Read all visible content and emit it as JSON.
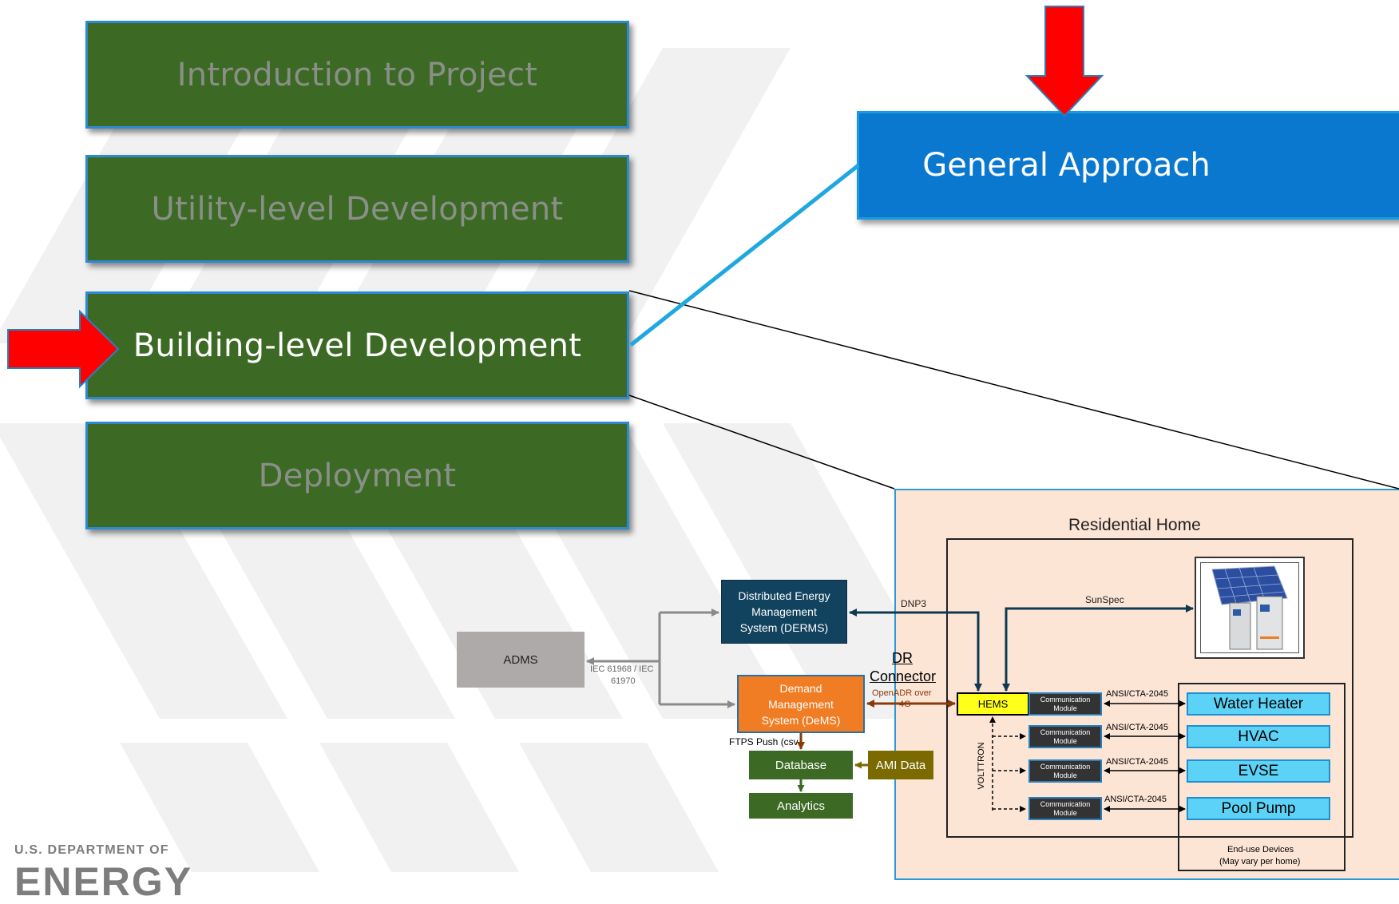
{
  "nav": {
    "intro": "Introduction to Project",
    "utility": "Utility-level Development",
    "building": "Building-level Development",
    "deployment": "Deployment"
  },
  "general_approach": "General Approach",
  "diagram": {
    "adms": "ADMS",
    "iec_line1": "IEC 61968 / IEC",
    "iec_line2": "61970",
    "derms_lines": [
      "Distributed Energy",
      "Management",
      "System (DERMS)"
    ],
    "dems_lines": [
      "Demand",
      "Management",
      "System (DeMS)"
    ],
    "dnp3": "DNP3",
    "dr_line1": "DR",
    "dr_line2": "Connector",
    "openadr_line1": "OpenADR over",
    "openadr_line2": "4G",
    "ftps": "FTPS Push (csv",
    "database": "Database",
    "analytics": "Analytics",
    "ami": "AMI Data",
    "residential_home": "Residential Home",
    "sunspec": "SunSpec",
    "hems": "HEMS",
    "volttron": "VOLTTRON",
    "comm_line1": "Communication",
    "comm_line2": "Module",
    "ansi": "ANSI/CTA-2045",
    "devices": [
      "Water Heater",
      "HVAC",
      "EVSE",
      "Pool Pump"
    ],
    "enduse_line1": "End-use Devices",
    "enduse_line2": "(May vary per home)"
  },
  "logo": {
    "small": "U.S. DEPARTMENT OF",
    "big": "ENERGY"
  },
  "colors": {
    "nav_green": "#3c6a25",
    "nav_border": "#2c8ad0",
    "active_text": "#ffffff",
    "inactive_text": "#8a8f88",
    "approach_blue": "#0a78cf",
    "arrow_red": "#ff0000",
    "home_panel": "#fde5d6",
    "derms_navy": "#11425e",
    "dems_orange": "#f07c24",
    "hems_yellow": "#ffff1a",
    "device_cyan": "#5cd3f6"
  }
}
